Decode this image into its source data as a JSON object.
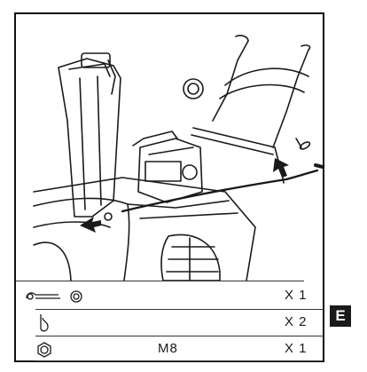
{
  "step_letter": "E",
  "hardware": [
    {
      "icon": "cotter-pin-and-washer-icon",
      "size": "",
      "quantity": "X 1"
    },
    {
      "icon": "hairpin-clip-icon",
      "size": "",
      "quantity": "X 2"
    },
    {
      "icon": "hex-nut-icon",
      "size": "M8",
      "quantity": "X 1"
    }
  ],
  "colors": {
    "line": "#1a1a1a",
    "badge": "#1a1a1a"
  }
}
